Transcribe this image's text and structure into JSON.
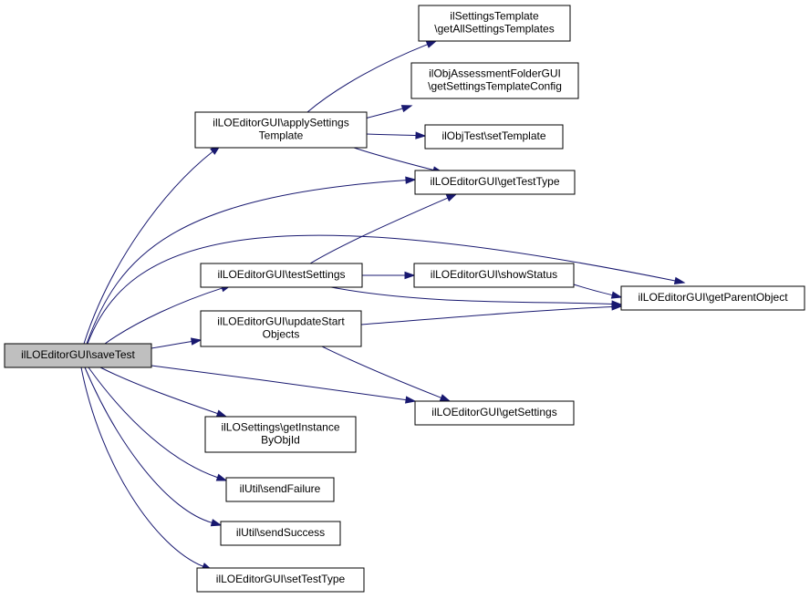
{
  "colors": {
    "edge": "#191970",
    "node_fill": "#ffffff",
    "root_fill": "#bfbfbf",
    "border": "#000000"
  },
  "nodes": {
    "saveTest": {
      "lines": [
        "ilLOEditorGUI\\saveTest"
      ],
      "root": true
    },
    "applySettingsTemplate": {
      "lines": [
        "ilLOEditorGUI\\applySettings",
        "Template"
      ]
    },
    "getAllSettingsTemplates": {
      "lines": [
        "ilSettingsTemplate",
        "\\getAllSettingsTemplates"
      ]
    },
    "getSettingsTemplateConfig": {
      "lines": [
        "ilObjAssessmentFolderGUI",
        "\\getSettingsTemplateConfig"
      ]
    },
    "setTemplate": {
      "lines": [
        "ilObjTest\\setTemplate"
      ]
    },
    "getTestType": {
      "lines": [
        "ilLOEditorGUI\\getTestType"
      ]
    },
    "testSettings": {
      "lines": [
        "ilLOEditorGUI\\testSettings"
      ]
    },
    "showStatus": {
      "lines": [
        "ilLOEditorGUI\\showStatus"
      ]
    },
    "getParentObject": {
      "lines": [
        "ilLOEditorGUI\\getParentObject"
      ]
    },
    "updateStartObjects": {
      "lines": [
        "ilLOEditorGUI\\updateStart",
        "Objects"
      ]
    },
    "getSettings": {
      "lines": [
        "ilLOEditorGUI\\getSettings"
      ]
    },
    "getInstanceByObjId": {
      "lines": [
        "ilLOSettings\\getInstance",
        "ByObjId"
      ]
    },
    "sendFailure": {
      "lines": [
        "ilUtil\\sendFailure"
      ]
    },
    "sendSuccess": {
      "lines": [
        "ilUtil\\sendSuccess"
      ]
    },
    "setTestType": {
      "lines": [
        "ilLOEditorGUI\\setTestType"
      ]
    }
  },
  "edges": [
    [
      "saveTest",
      "applySettingsTemplate"
    ],
    [
      "saveTest",
      "getTestType"
    ],
    [
      "saveTest",
      "getParentObject"
    ],
    [
      "saveTest",
      "testSettings"
    ],
    [
      "saveTest",
      "updateStartObjects"
    ],
    [
      "saveTest",
      "getSettings"
    ],
    [
      "saveTest",
      "getInstanceByObjId"
    ],
    [
      "saveTest",
      "sendFailure"
    ],
    [
      "saveTest",
      "sendSuccess"
    ],
    [
      "saveTest",
      "setTestType"
    ],
    [
      "applySettingsTemplate",
      "getAllSettingsTemplates"
    ],
    [
      "applySettingsTemplate",
      "getSettingsTemplateConfig"
    ],
    [
      "applySettingsTemplate",
      "setTemplate"
    ],
    [
      "applySettingsTemplate",
      "getTestType"
    ],
    [
      "testSettings",
      "getTestType"
    ],
    [
      "testSettings",
      "showStatus"
    ],
    [
      "testSettings",
      "getParentObject"
    ],
    [
      "showStatus",
      "getParentObject"
    ],
    [
      "updateStartObjects",
      "getParentObject"
    ],
    [
      "updateStartObjects",
      "getSettings"
    ]
  ]
}
